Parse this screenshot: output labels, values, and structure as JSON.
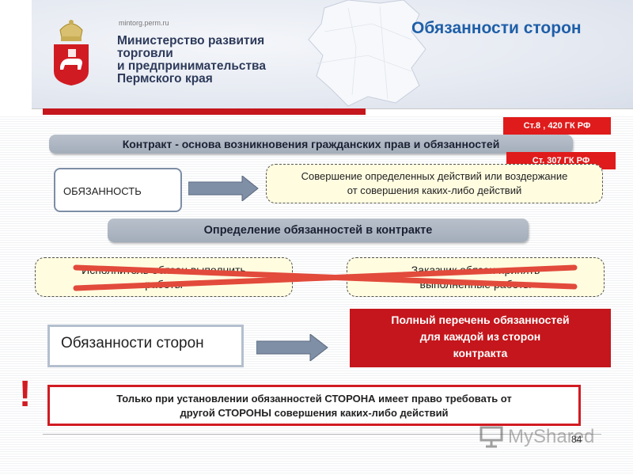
{
  "header": {
    "site": "mintorg.perm.ru",
    "ministry_line1": "Министерство развития торговли",
    "ministry_line2": "и предпринимательства",
    "ministry_line3": "Пермского края",
    "title": "Обязанности сторон"
  },
  "badges": {
    "article_8_420": "Ст.8 , 420 ГК РФ",
    "article_307": "Ст. 307 ГК РФ"
  },
  "contract_bar": "Контракт - основа возникновения гражданских прав и обязанностей",
  "obligation": {
    "label": "ОБЯЗАННОСТЬ",
    "definition_line1": "Совершение определенных действий или воздержание",
    "definition_line2": "от совершения каких-либо действий"
  },
  "definition_bar": "Определение обязанностей в контракте",
  "crossed": {
    "executor_line1": "Исполнитель обязан выполнить",
    "executor_line2": "работы",
    "customer_line1": "Заказчик обязан принять",
    "customer_line2": "выполненные работы"
  },
  "duties": {
    "label": "Обязанности сторон",
    "full_list_line1": "Полный перечень обязанностей",
    "full_list_line2": "для каждой из сторон",
    "full_list_line3": "контракта"
  },
  "warning": {
    "mark": "!",
    "line1": "Только при установлении обязанностей СТОРОНА имеет право требовать от",
    "line2": "другой СТОРОНЫ совершения каких-либо действий"
  },
  "page_number": "84",
  "watermark": "MyShared",
  "colors": {
    "accent_red": "#c4161c",
    "title_blue": "#1f5fa8",
    "grey_bar": "#a3adba",
    "yellow_box": "#fffce0"
  }
}
